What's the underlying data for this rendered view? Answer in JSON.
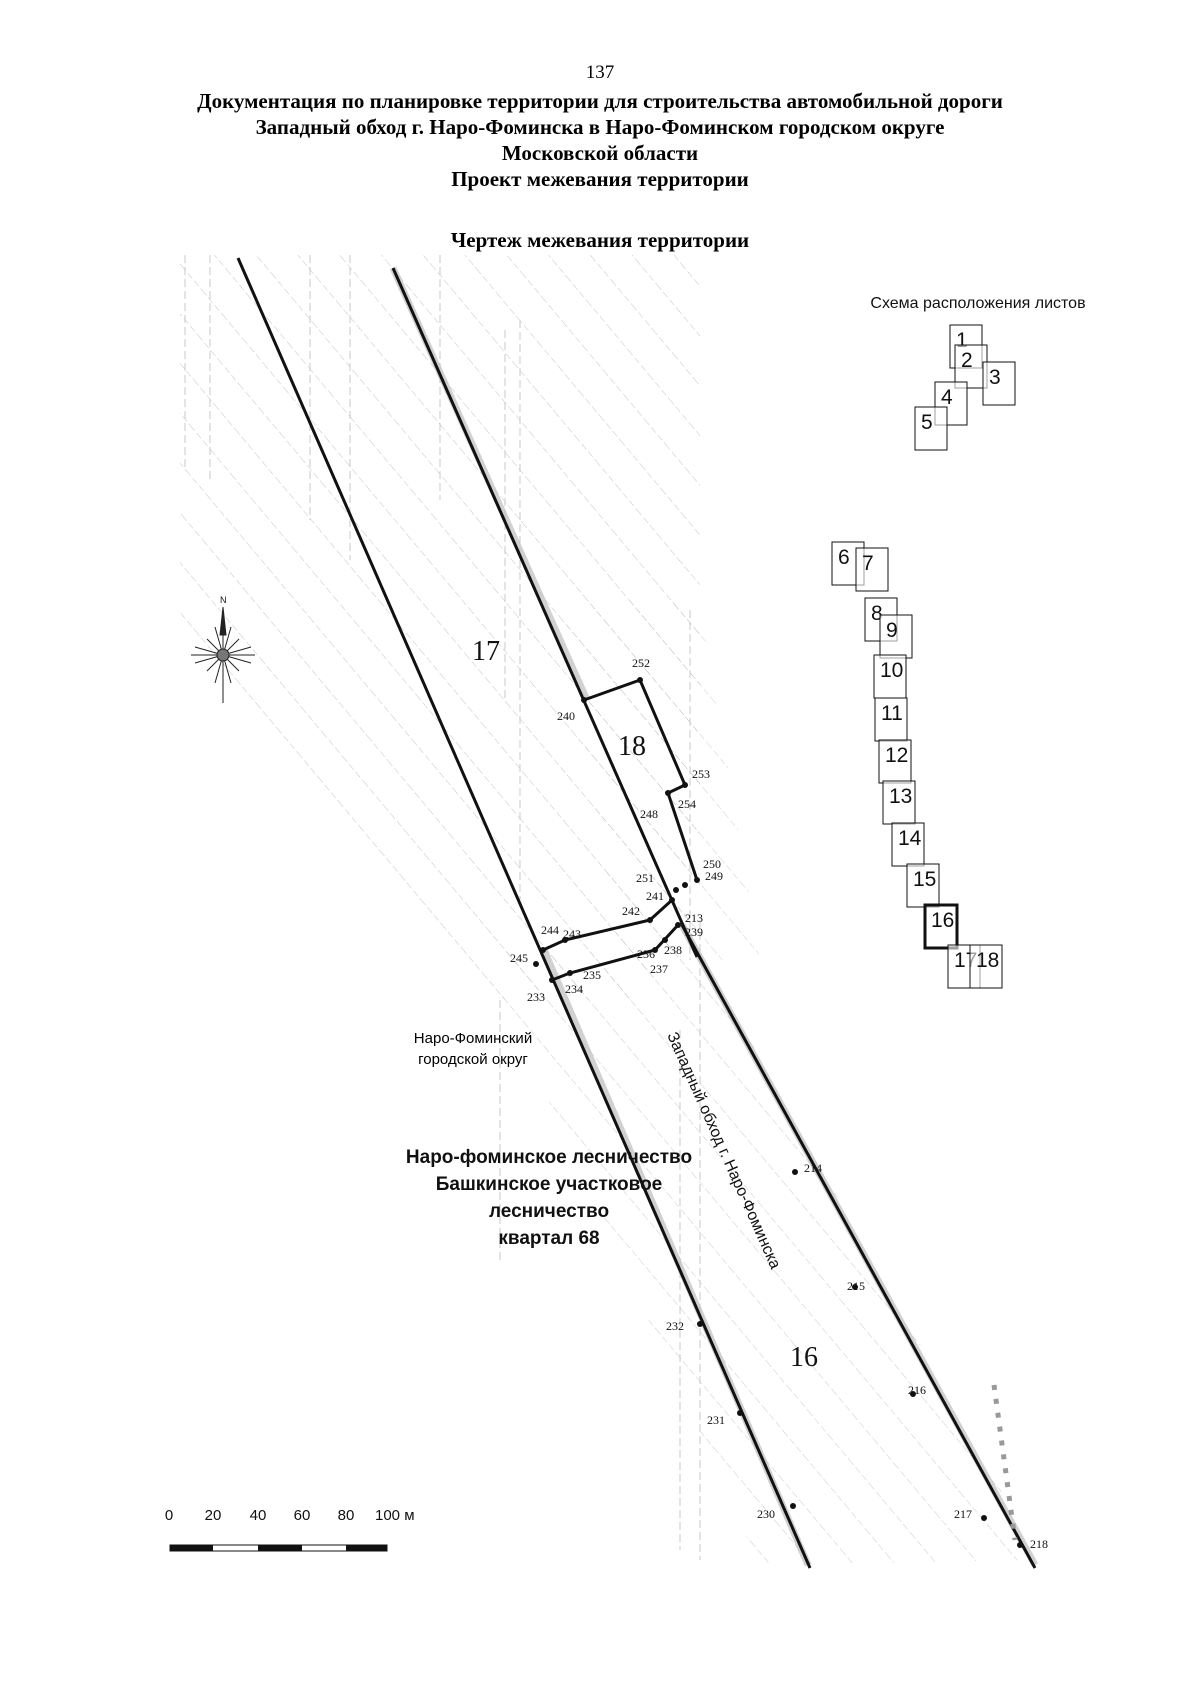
{
  "header": {
    "page_number": "137",
    "title_lines": [
      "Документация по планировке территории для строительства автомобильной дороги",
      "Западный обход г. Наро-Фоминска в Наро-Фоминском городском округе",
      "Московской области",
      "Проект межевания территории"
    ],
    "drawing_title": "Чертеж межевания территории"
  },
  "layout_scheme": {
    "title": "Схема расположения листов",
    "sheets": [
      "1",
      "2",
      "3",
      "4",
      "5",
      "6",
      "7",
      "8",
      "9",
      "10",
      "11",
      "12",
      "13",
      "14",
      "15",
      "16",
      "17",
      "18"
    ],
    "current_sheet": "16"
  },
  "compass": {
    "north_label": "N"
  },
  "parcels": {
    "p17": "17",
    "p18": "18",
    "p16": "16"
  },
  "labels": {
    "district": [
      "Наро-Фоминский",
      "городской округ"
    ],
    "forestry": [
      "Наро-фоминское лесничество",
      "Башкинское участковое",
      "лесничество",
      "квартал 68"
    ],
    "road": "Западный обход г. Наро-Фоминска"
  },
  "points": {
    "p252": "252",
    "p240": "240",
    "p253": "253",
    "p254": "254",
    "p248": "248",
    "p250": "250",
    "p249": "249",
    "p251": "251",
    "p241": "241",
    "p242": "242",
    "p213": "213",
    "p239": "239",
    "p244": "244",
    "p243": "243",
    "p245": "245",
    "p236": "236",
    "p238": "238",
    "p235": "235",
    "p237": "237",
    "p233": "233",
    "p234": "234",
    "p214": "214",
    "p215": "215",
    "p232": "232",
    "p216": "216",
    "p231": "231",
    "p230": "230",
    "p217": "217",
    "p218": "218"
  },
  "scale": {
    "ticks": [
      "0",
      "20",
      "40",
      "60",
      "80",
      "100 м"
    ]
  },
  "colors": {
    "line": "#111111",
    "hatch": "#c4c4c4"
  }
}
